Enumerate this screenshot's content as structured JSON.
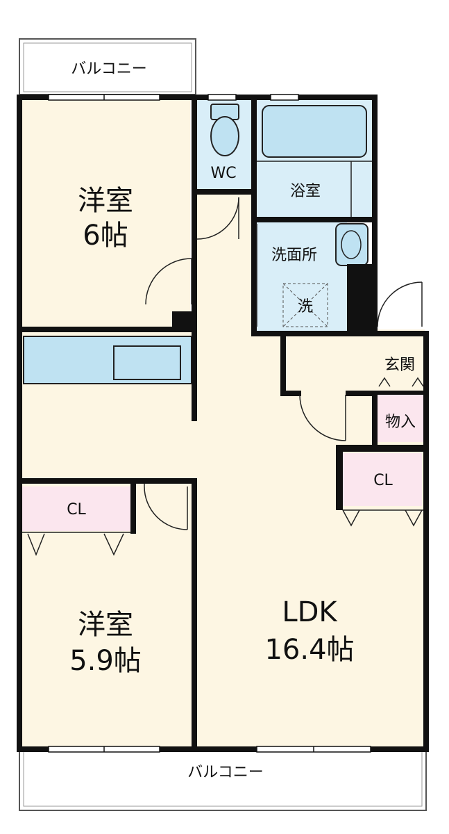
{
  "rooms": {
    "western_top": {
      "name": "洋室",
      "size": "6帖"
    },
    "western_bottom": {
      "name": "洋室",
      "size": "5.9帖"
    },
    "ldk": {
      "name": "LDK",
      "size": "16.4帖"
    },
    "wc": "WC",
    "bath": "浴室",
    "washroom": "洗面所",
    "washer": "洗",
    "entrance": "玄関",
    "storage": "物入",
    "closet_left": "CL",
    "closet_right": "CL"
  },
  "balcony_top": "バルコニー",
  "balcony_bottom": "バルコニー",
  "colors": {
    "floor": "#fdf6e3",
    "wet_area": "#d9eef8",
    "closet": "#fbe6ee",
    "wall": "#111111",
    "fixture": "#bfe2f2"
  }
}
